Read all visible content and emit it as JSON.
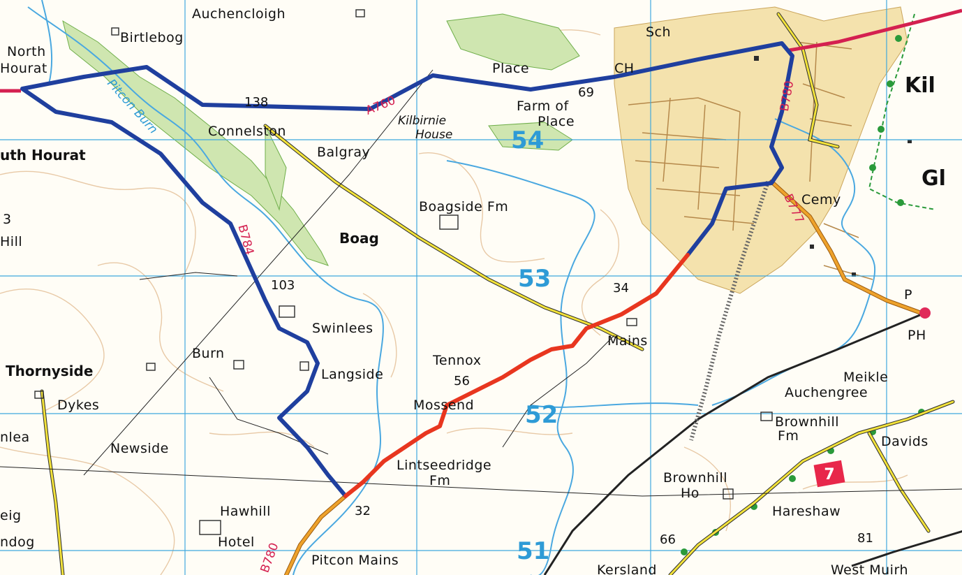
{
  "map": {
    "colors": {
      "background": "#ffffff",
      "grid": "#3fa8de",
      "contour": "#e8c9a6",
      "water": "#4aa8e0",
      "woodland": "#cfe6b0",
      "builtup": "#f4e2ad",
      "yellow_road": "#f2e23a",
      "orange_road": "#eea22b",
      "route_blue": "#1f3f9e",
      "route_red": "#e8361f",
      "a_road": "#d42050",
      "rail": "#222222",
      "footpath": "#2a9a3a"
    },
    "grid_labels": {
      "n54": "54",
      "n53": "53",
      "n52": "52",
      "n51": "51"
    },
    "roads": {
      "a760": "A760",
      "b780": "B780",
      "b777": "B777",
      "b784": "B784",
      "b780_south": "B780",
      "route_number": "7"
    },
    "watercourse": {
      "pitcon_burn": "Pitcon Burn"
    },
    "spot_heights": {
      "h138": "138",
      "h69": "69",
      "h103": "103",
      "h34": "34",
      "h56": "56",
      "h32": "32",
      "h66": "66",
      "h81": "81"
    },
    "places": {
      "auchencloigh": "Auchencloigh",
      "birtlebog": "Birtlebog",
      "north_hourat_1": "North",
      "north_hourat_2": "Hourat",
      "south_hourat": "uth Hourat",
      "place": "Place",
      "ch": "CH",
      "sch": "Sch",
      "kil": "Kil",
      "gl": "Gl",
      "farm_of_place_1": "Farm of",
      "farm_of_place_2": "Place",
      "kilbirnie_house_1": "Kilbirnie",
      "kilbirnie_house_2": "House",
      "connelston": "Connelston",
      "balgray": "Balgray",
      "boagside_fm": "Boagside Fm",
      "boag": "Boag",
      "cemy": "Cemy",
      "three": "3",
      "hill": "Hill",
      "swinlees": "Swinlees",
      "burn": "Burn",
      "langside": "Langside",
      "tennox": "Tennox",
      "mains": "Mains",
      "thornyside": "Thornyside",
      "dykes": "Dykes",
      "mossend": "Mossend",
      "nlea": "nlea",
      "newside": "Newside",
      "lintseedridge_1": "Lintseedridge",
      "lintseedridge_2": "Fm",
      "p": "P",
      "ph": "PH",
      "meikle_1": "Meikle",
      "meikle_2": "Auchengree",
      "brownhill_fm_1": "Brownhill",
      "brownhill_fm_2": "Fm",
      "davids": "Davids",
      "brownhill_ho_1": "Brownhill",
      "brownhill_ho_2": "Ho",
      "hareshaw": "Hareshaw",
      "eig": "eig",
      "ndog": "ndog",
      "hawhill": "Hawhill",
      "hotel": "Hotel",
      "pitcon_mains": "Pitcon Mains",
      "kersland": "Kersland",
      "west_muirh": "West Muirh"
    }
  }
}
